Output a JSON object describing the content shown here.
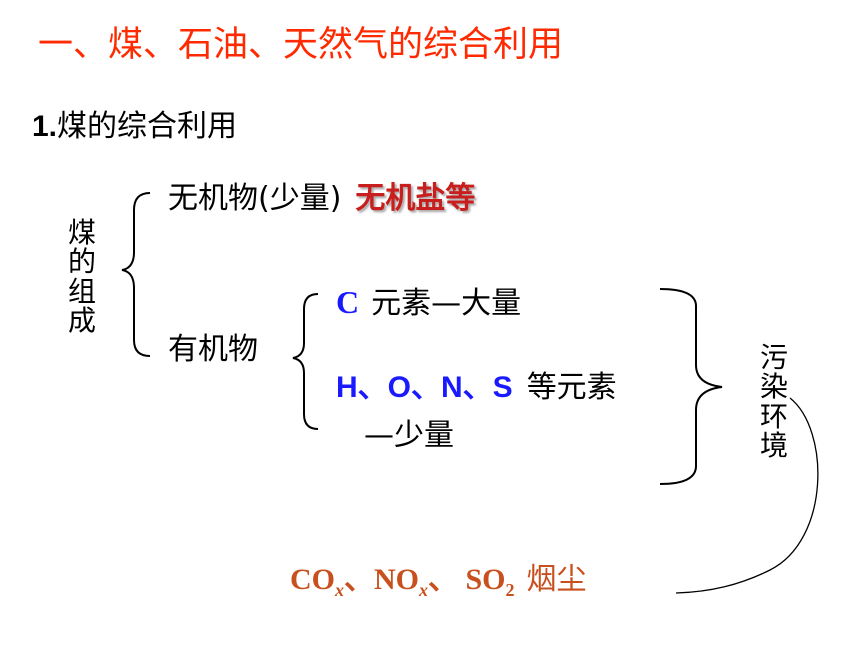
{
  "slide": {
    "title": "一、煤、石油、天然气的综合利用",
    "subtitle_num": "1.",
    "subtitle_text": "煤的综合利用",
    "coal_composition_chars": [
      "煤",
      "的",
      "组",
      "成"
    ],
    "inorganic_label": "无机物(少量)",
    "inorganic_detail": "无机盐等",
    "organic_label": "有机物",
    "c_symbol": "C",
    "c_text": "元素—大量",
    "hons_symbols": "H、O、N、S",
    "hons_text": "等元素",
    "minor_text": "—少量",
    "pollution_chars": [
      "污",
      "染",
      "环",
      "境"
    ],
    "products": {
      "co": "CO",
      "x1": "x",
      "sep1": "、",
      "no": "NO",
      "x2": "x",
      "sep2": "、 ",
      "so": "SO",
      "two": "2",
      "dust": "烟尘"
    },
    "colors": {
      "title": "#ff2a00",
      "element_symbol": "#1a1aff",
      "salt": "#c81e1e",
      "products": "#c8501e"
    }
  }
}
